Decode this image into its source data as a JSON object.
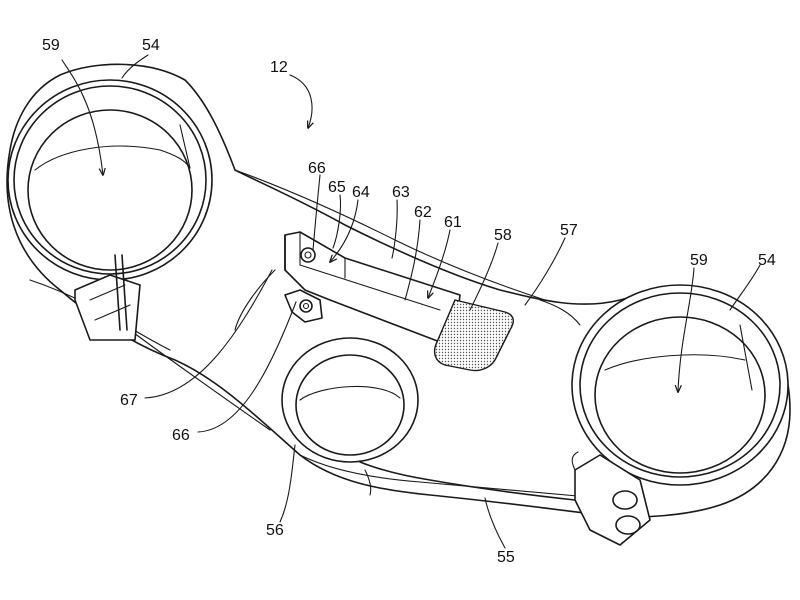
{
  "figure": {
    "refs": {
      "assembly": "12",
      "sleeve_left_hole": "59",
      "sleeve_left": "54",
      "sleeve_right_hole": "59",
      "sleeve_right": "54",
      "bolt_upper": "66",
      "bolt_lower": "66",
      "tab": "65",
      "bracket_arm": "64",
      "bracket_body": "63",
      "bracket_rib": "62",
      "bracket_end": "61",
      "pad": "58",
      "plate_surface": "57",
      "mount_edge": "67",
      "center_hole": "56",
      "front_edge": "55"
    }
  },
  "colors": {
    "line": "#1a1a1a",
    "hatch": "#555555",
    "background": "#ffffff"
  }
}
